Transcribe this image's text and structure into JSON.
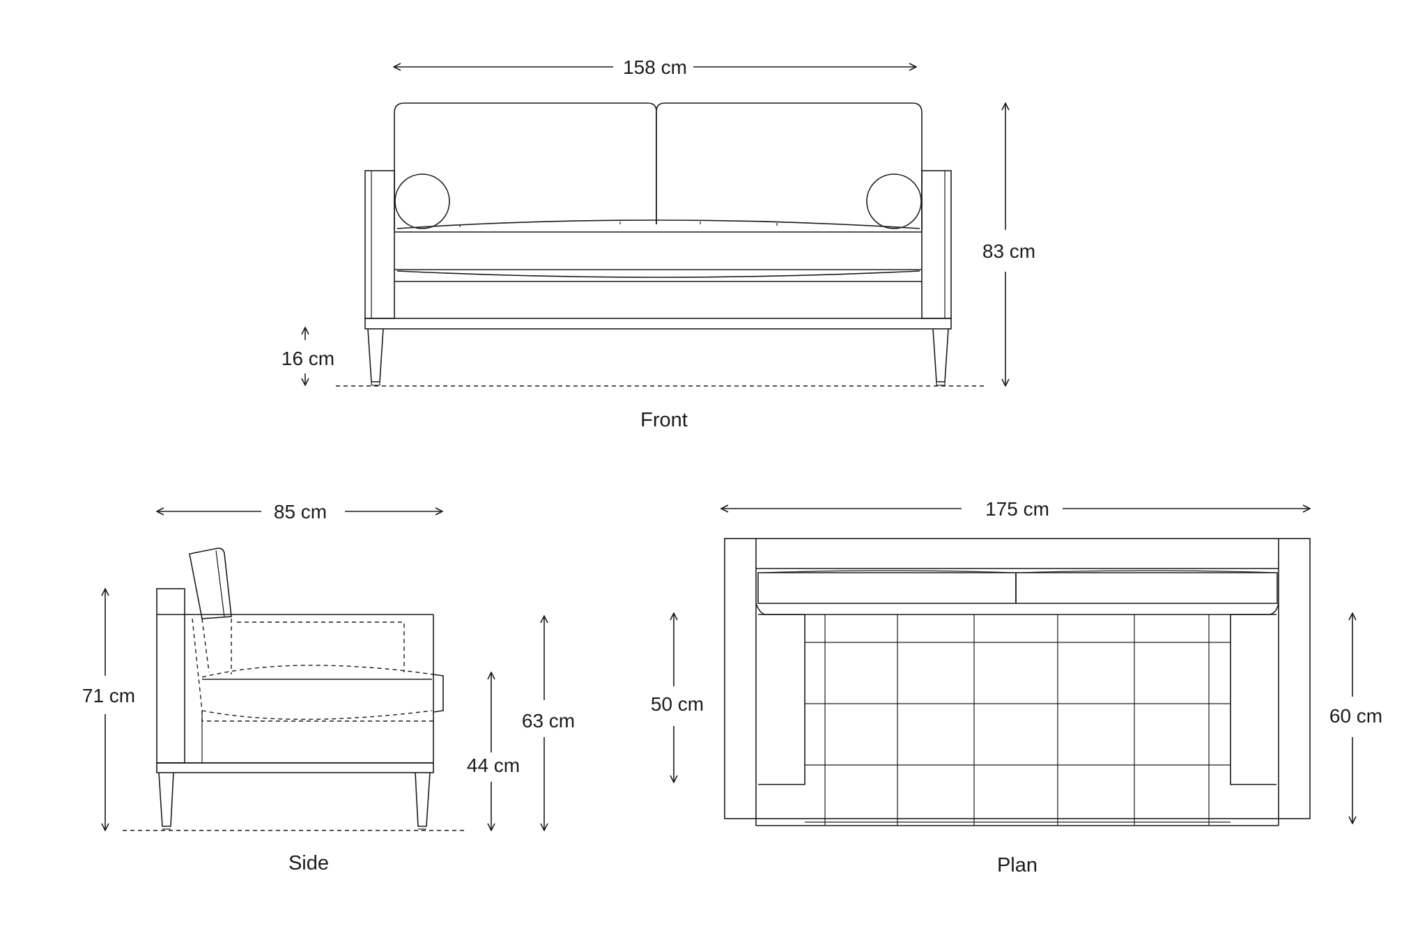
{
  "views": {
    "front": {
      "label": "Front",
      "width": "158 cm",
      "height": "83 cm",
      "leg_height": "16 cm"
    },
    "side": {
      "label": "Side",
      "depth": "85 cm",
      "arm_height": "71 cm",
      "back_height": "63 cm",
      "seat_height": "44 cm"
    },
    "plan": {
      "label": "Plan",
      "width": "175 cm",
      "seat_depth": "50 cm",
      "total_depth": "60 cm"
    }
  },
  "colors": {
    "line": "#1a1a1a",
    "background": "#ffffff"
  }
}
